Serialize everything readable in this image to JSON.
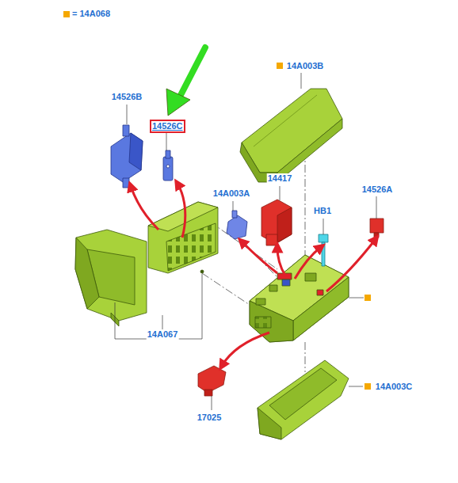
{
  "diagram": {
    "nodes": [
      {
        "text": [
          "14526C"
        ]
      }
    ],
    "edges": [],
    "labels": [
      "14526B",
      "14A003B",
      "14417",
      "14A003A",
      "HB1",
      "14526A",
      "14A067",
      "17025",
      "14A003C"
    ],
    "legend": [
      {
        "text": "= 14A068",
        "color": "#f5a800"
      }
    ]
  }
}
